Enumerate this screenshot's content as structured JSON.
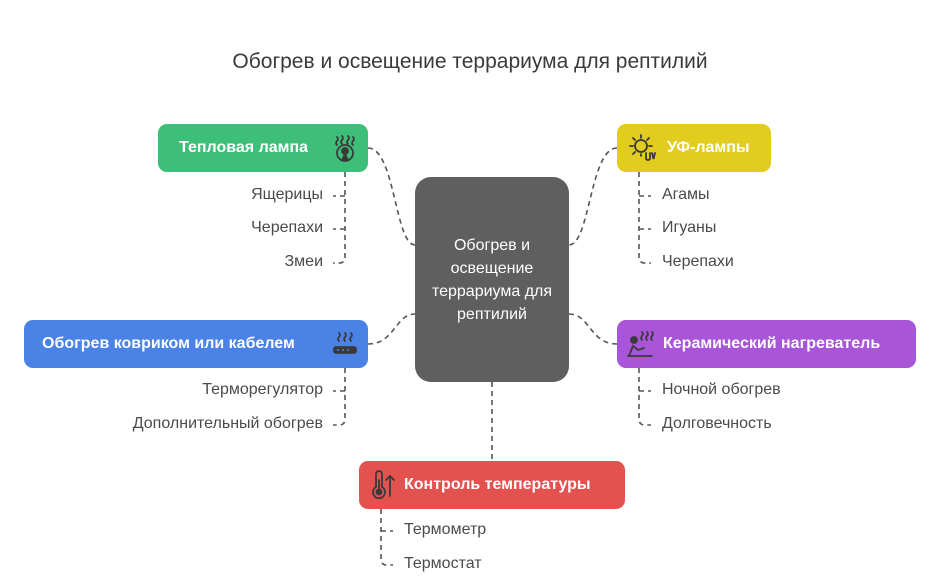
{
  "title": "Обогрев и освещение террариума для рептилий",
  "center": "Обогрев и освещение террариума для рептилий",
  "colors": {
    "center": "#5f5f5f",
    "heat_lamp": "#3dbf79",
    "uv_lamps": "#e2cc1f",
    "mat_cable": "#4b82e6",
    "ceramic": "#a955d8",
    "temp_control": "#e3524f",
    "connector": "#555555"
  },
  "branches": {
    "heat_lamp": {
      "label": "Тепловая лампа",
      "icon": "heat-lamp-icon",
      "items": [
        "Ящерицы",
        "Черепахи",
        "Змеи"
      ]
    },
    "uv_lamps": {
      "label": "УФ-лампы",
      "icon": "uv-lamp-icon",
      "items": [
        "Агамы",
        "Игуаны",
        "Черепахи"
      ]
    },
    "mat_cable": {
      "label": "Обогрев ковриком или кабелем",
      "icon": "heating-mat-icon",
      "items": [
        "Терморегулятор",
        "Дополнительный обогрев"
      ]
    },
    "ceramic": {
      "label": "Керамический нагреватель",
      "icon": "ceramic-heater-icon",
      "items": [
        "Ночной обогрев",
        "Долговечность"
      ]
    },
    "temp_control": {
      "label": "Контроль температуры",
      "icon": "thermometer-icon",
      "items": [
        "Термометр",
        "Термостат"
      ]
    }
  }
}
